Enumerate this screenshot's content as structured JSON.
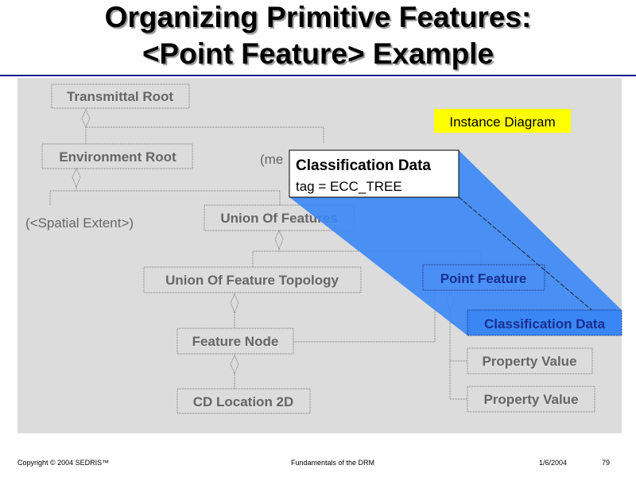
{
  "title": {
    "line1": "Organizing Primitive Features:",
    "line2": "<Point Feature> Example"
  },
  "diagram": {
    "instance_label": "Instance Diagram",
    "nodes": {
      "transmittal_root": "Transmittal Root",
      "environment_root": "Environment Root",
      "metadata_partial": "(me",
      "spatial_extent": "(<Spatial Extent>)",
      "union_of_features": "Union Of Features",
      "union_of_feature_topology": "Union Of Feature Topology",
      "point_feature": "Point Feature",
      "feature_node": "Feature Node",
      "cd_location_2d": "CD Location 2D",
      "classification_data": "Classification Data",
      "property_value_1": "Property Value",
      "property_value_2": "Property Value"
    },
    "callout": {
      "title": "Classification Data",
      "detail": "tag = ECC_TREE"
    },
    "colors": {
      "highlight": "#3a86f5",
      "panel": "#dcdcdc",
      "label_bg": "#ffff00",
      "title_rule": "#1a1a8c"
    }
  },
  "footer": {
    "copyright": "Copyright © 2004 SEDRIS™",
    "center": "Fundamentals of the DRM",
    "date": "1/6/2004",
    "page": "79"
  }
}
